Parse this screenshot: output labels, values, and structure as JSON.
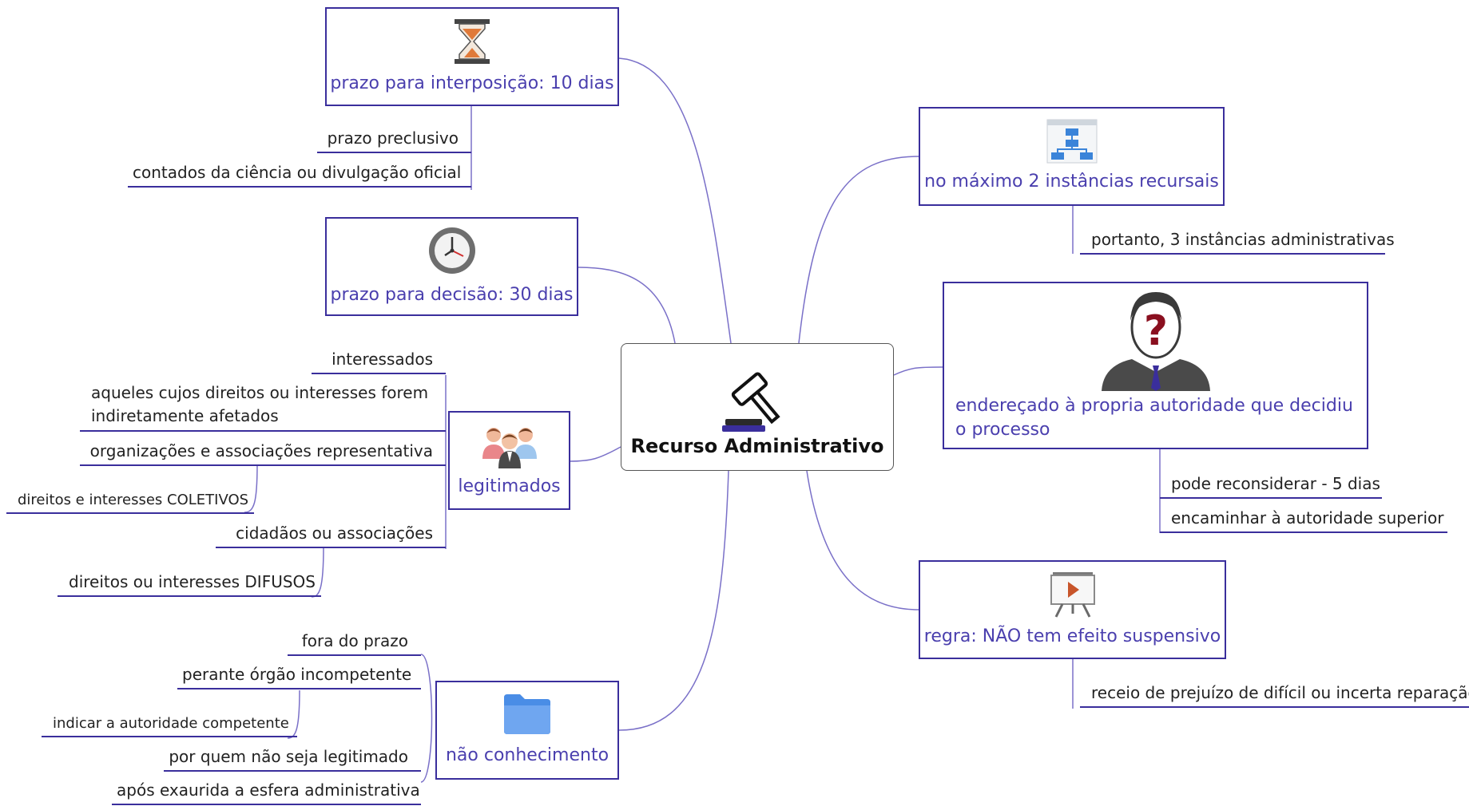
{
  "central": {
    "title": "Recurso Administrativo",
    "icon": "gavel-icon"
  },
  "topics": {
    "prazo_interposicao": {
      "label": "prazo para interposição: 10 dias",
      "icon": "hourglass-icon",
      "children": [
        "prazo preclusivo",
        "contados da ciência ou divulgação oficial"
      ]
    },
    "prazo_decisao": {
      "label": "prazo para decisão: 30 dias",
      "icon": "clock-icon"
    },
    "legitimados": {
      "label": "legitimados",
      "icon": "people-icon",
      "children": [
        "interessados",
        "aqueles cujos direitos ou interesses forem indiretamente afetados",
        "organizações e associações representativa",
        "cidadãos ou associações"
      ],
      "sub": {
        "coletivos": "direitos e interesses COLETIVOS",
        "difusos": "direitos ou interesses DIFUSOS"
      }
    },
    "nao_conhecimento": {
      "label": "não conhecimento",
      "icon": "folder-icon",
      "children": [
        "fora do prazo",
        "perante órgão incompetente",
        "por quem não seja legitimado",
        "após exaurida a esfera administrativa"
      ],
      "sub": {
        "competente": "indicar a autoridade competente"
      }
    },
    "instancias": {
      "label": "no máximo 2 instâncias recursais",
      "icon": "org-chart-icon",
      "children": [
        "portanto, 3 instâncias administrativas"
      ]
    },
    "enderecado": {
      "label": "endereçado à propria autoridade que decidiu o processo",
      "icon": "unknown-person-icon",
      "children": [
        "pode reconsiderar - 5 dias",
        "encaminhar à autoridade superior"
      ]
    },
    "regra": {
      "label": "regra: NÃO tem efeito suspensivo",
      "icon": "presentation-icon",
      "children": [
        "receio de prejuízo de difícil ou incerta reparação"
      ]
    }
  },
  "colors": {
    "border": "#3a2e9c",
    "topic_text": "#4a3fae",
    "connector": "#7a70c8",
    "leaf_text": "#222222"
  }
}
